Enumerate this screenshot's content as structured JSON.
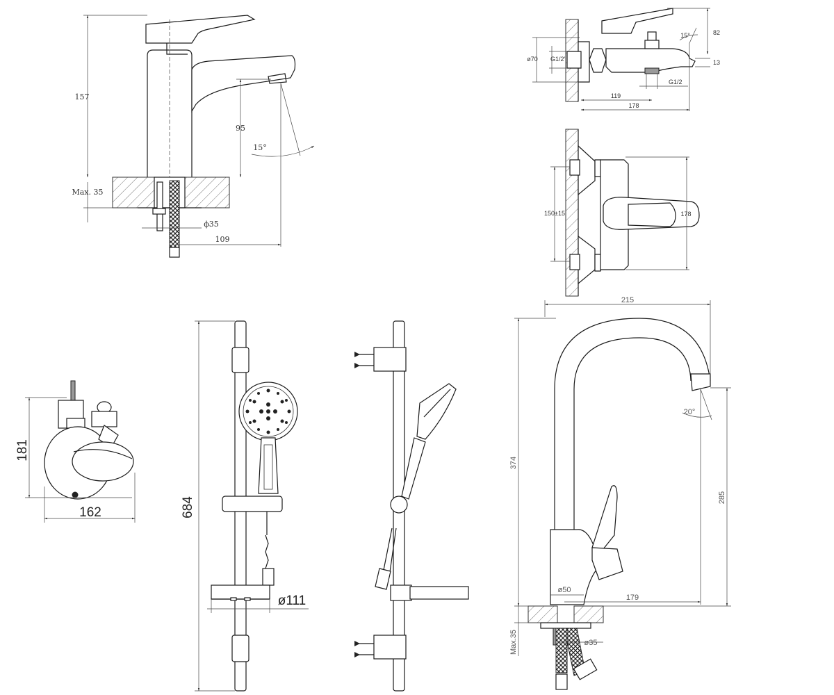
{
  "basin_mixer": {
    "height_label": "157",
    "spout_height_label": "95",
    "angle_label": "15°",
    "deck_label": "Max. 35",
    "hole_label": "ϕ35",
    "reach_label": "109"
  },
  "bath_mixer_side": {
    "height_label": "82",
    "angle_label": "15°",
    "spout_label": "13",
    "rosette_label": "ø70",
    "inlet_label": "G1/2\"",
    "outlet_label": "G1/2",
    "centre_label": "119",
    "reach_label": "178"
  },
  "bath_mixer_top": {
    "centres_label": "150±15",
    "reach_label": "178"
  },
  "soap_dish": {
    "height_label": "181",
    "width_label": "162"
  },
  "shower_rail_front": {
    "height_label": "684",
    "dish_label": "ø111"
  },
  "kitchen_mixer": {
    "width_label": "215",
    "height_label": "374",
    "spout_height_label": "285",
    "angle_label": "20°",
    "base_label": "ø50",
    "reach_label": "179",
    "deck_label": "Max.35",
    "hole_label": "ø35"
  }
}
